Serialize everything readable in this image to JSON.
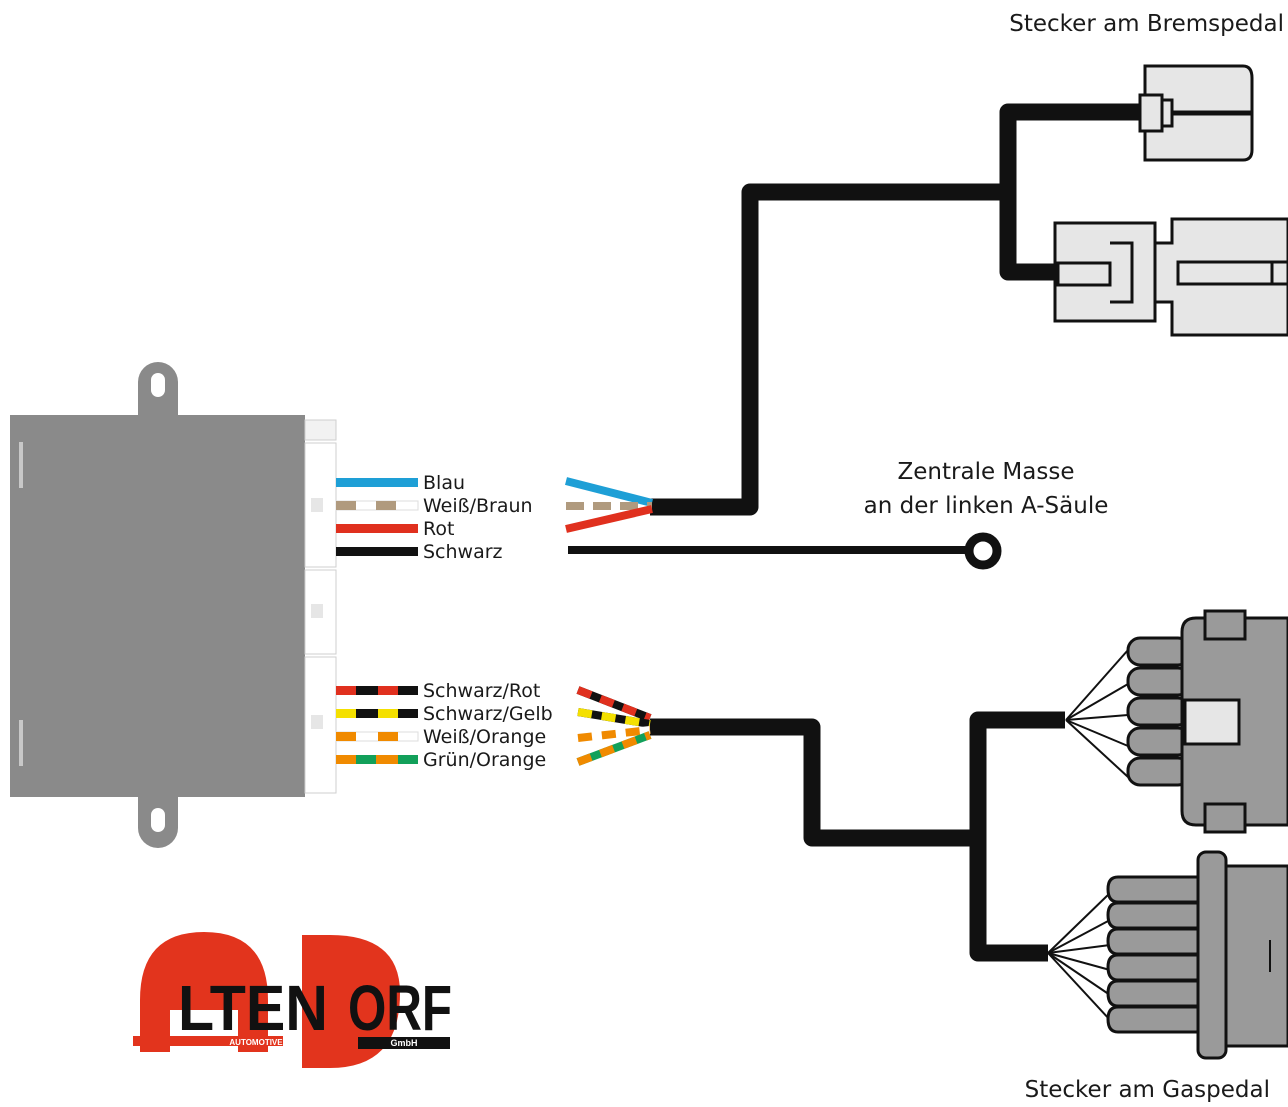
{
  "labels": {
    "brake_connector": "Stecker am Bremspedal",
    "gas_connector": "Stecker am Gaspedal",
    "ground_line1": "Zentrale Masse",
    "ground_line2": "an der linken A-Säule"
  },
  "wires_top": [
    {
      "label": "Blau",
      "colors": [
        "#1e9fd6"
      ]
    },
    {
      "label": "Weiß/Braun",
      "colors": [
        "#ffffff",
        "#b09a7e"
      ]
    },
    {
      "label": "Rot",
      "colors": [
        "#e0301e"
      ]
    },
    {
      "label": "Schwarz",
      "colors": [
        "#111111"
      ]
    }
  ],
  "wires_bottom": [
    {
      "label": "Schwarz/Rot",
      "colors": [
        "#111111",
        "#e0301e"
      ]
    },
    {
      "label": "Schwarz/Gelb",
      "colors": [
        "#111111",
        "#f4e000"
      ]
    },
    {
      "label": "Weiß/Orange",
      "colors": [
        "#ffffff",
        "#f08a00"
      ]
    },
    {
      "label": "Grün/Orange",
      "colors": [
        "#f08a00",
        "#12a05a"
      ]
    }
  ],
  "logo": {
    "text": "ALTENDORF",
    "sub_left": "AUTOMOTIVE",
    "sub_right": "GmbH",
    "color_red": "#e2341d",
    "color_dark": "#111111"
  },
  "colors": {
    "cable": "#111111",
    "module_body": "#8a8a8a",
    "connector_gray": "#9a9a9a",
    "connector_light": "#e6e6e6"
  }
}
